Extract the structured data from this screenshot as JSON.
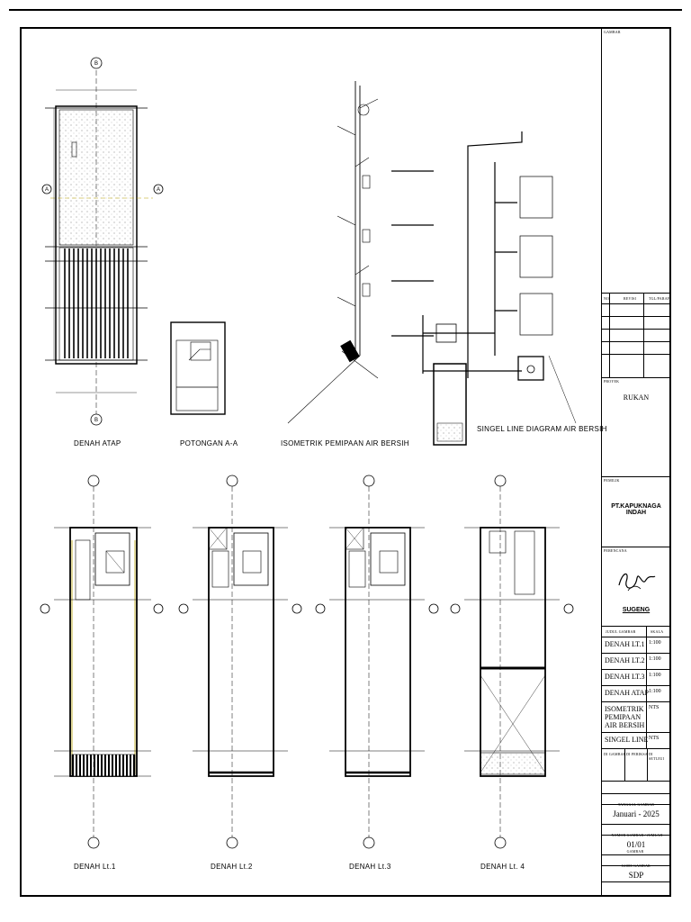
{
  "labels": {
    "view_titles": {
      "denah_atap": "DENAH ATAP",
      "potongan": "POTONGAN A-A",
      "isometrik": "ISOMETRIK PEMIPAAN AIR BERSIH",
      "singel_line": "SINGEL LINE DIAGRAM AIR BERSIH",
      "denah_lt1": "DENAH Lt.1",
      "denah_lt2": "DENAH Lt.2",
      "denah_lt3": "DENAH Lt.3",
      "denah_lt4": "DENAH Lt. 4"
    },
    "grid": {
      "a": "A",
      "b": "B"
    }
  },
  "title_block": {
    "section_gambar": "GAMBAR",
    "revision_headers": {
      "no": "NO.",
      "revisi": "REVISI",
      "tgl": "TGL/PARAF"
    },
    "section_proyek": "PROYEK",
    "project_name": "RUKAN",
    "section_pemilik": "PEMILIK",
    "owner": "PT.KAPUKNAGA INDAH",
    "section_perencana": "PERENCANA",
    "planner_name": "SUGENG",
    "drawing_list_headers": {
      "judul": "JUDUL GAMBAR",
      "skala": "SKALA"
    },
    "drawings": [
      {
        "name": "DENAH LT.1",
        "scale": "1:100"
      },
      {
        "name": "DENAH LT.2",
        "scale": "1:100"
      },
      {
        "name": "DENAH LT.3",
        "scale": "1:100"
      },
      {
        "name": "DENAH ATAP",
        "scale": "1:100"
      },
      {
        "name": "ISOMETRIK PEMIPAAN AIR BERSIH",
        "scale": "NTS"
      },
      {
        "name": "SINGEL LINE",
        "scale": "NTS"
      }
    ],
    "check_headers": {
      "a": "DI GAMBAR",
      "b": "DI PERIKSA",
      "c": "DI SETUJUI"
    },
    "tanggal_label": "TANGGAL GAMBAR",
    "date": "Januari - 2025",
    "nomor_label": "NOMOR GAMBAR / JUMLAH GAMBAR",
    "sheet_number": "01/01",
    "kode_label": "KODE GAMBAR",
    "code": "SDP"
  }
}
